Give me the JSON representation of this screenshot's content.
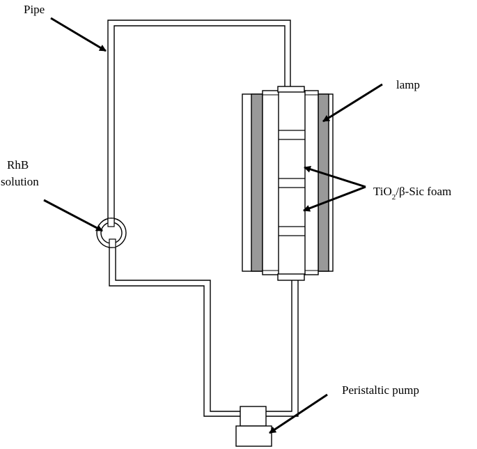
{
  "labels": {
    "pipe": "Pipe",
    "lamp": "lamp",
    "rhb_line1": "RhB",
    "rhb_line2": "solution",
    "foam_prefix": "TiO",
    "foam_subscript": "2",
    "foam_suffix": "/β-Sic foam",
    "pump": "Peristaltic pump"
  },
  "colors": {
    "line": "#000000",
    "lamp_fill": "#999999",
    "background": "#ffffff"
  }
}
